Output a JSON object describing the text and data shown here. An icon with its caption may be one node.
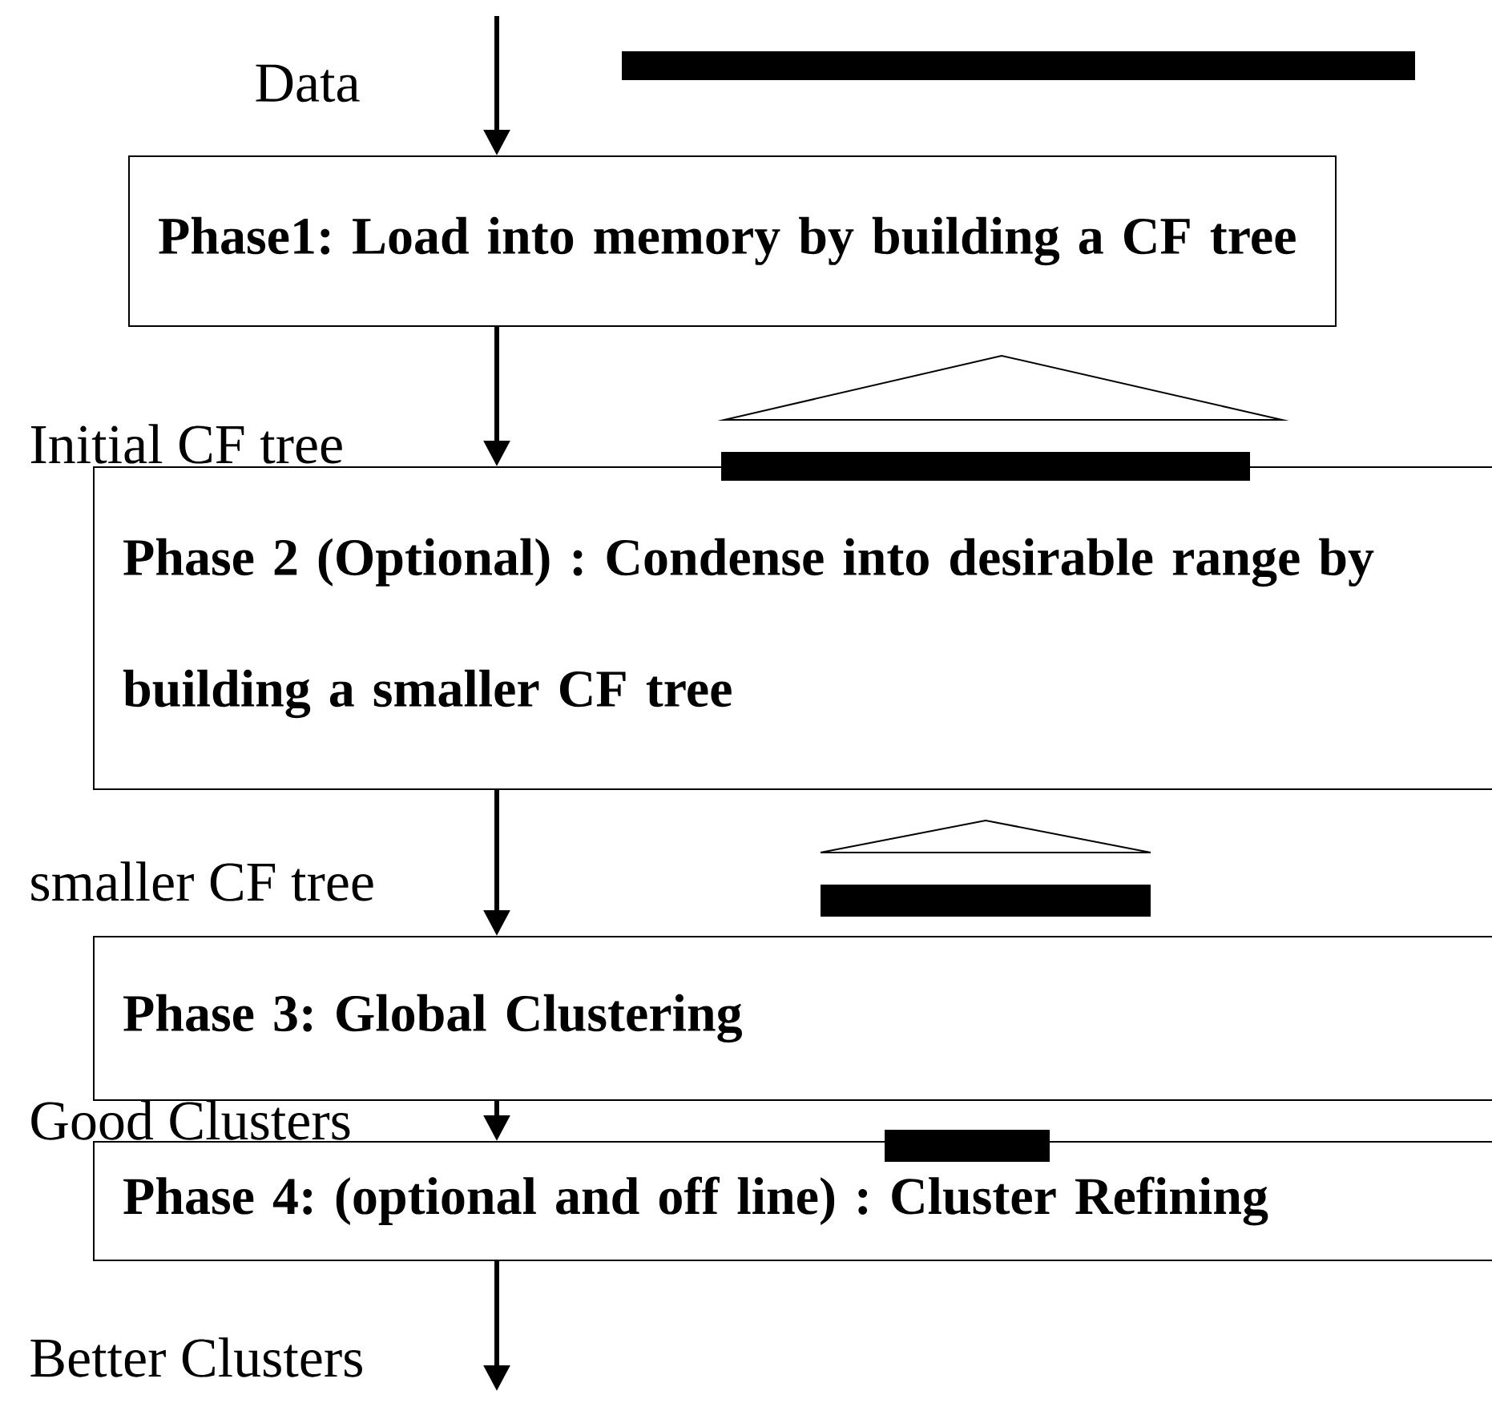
{
  "diagram": {
    "nodes": [
      {
        "text": [
          "Phase1: Load into memory by building a CF tree"
        ]
      },
      {
        "text": [
          "Phase 2 (Optional) : Condense into desirable range by building a smaller CF tree"
        ]
      },
      {
        "text": [
          "Phase 3: Global Clustering"
        ]
      },
      {
        "text": [
          "Phase 4: (optional and off line) : Cluster Refining"
        ]
      }
    ],
    "edges": [
      {
        "from": null,
        "to": 0,
        "arrow": "to",
        "label": "Data"
      },
      {
        "from": 0,
        "to": 1,
        "arrow": "to",
        "label": "Initial CF tree"
      },
      {
        "from": 1,
        "to": 2,
        "arrow": "to",
        "label": "smaller CF tree"
      },
      {
        "from": 2,
        "to": 3,
        "arrow": "to",
        "label": "Good Clusters"
      },
      {
        "from": 3,
        "to": null,
        "arrow": "to",
        "label": "Better Clusters"
      }
    ]
  }
}
